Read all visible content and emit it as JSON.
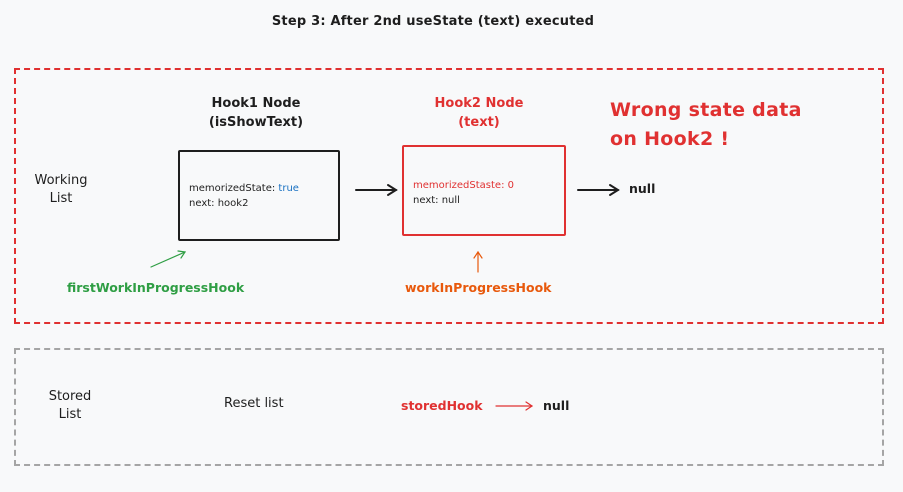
{
  "title": "Step 3: After 2nd useState (text) executed",
  "working": {
    "label_line1": "Working",
    "label_line2": "List",
    "hook1": {
      "title_line1": "Hook1 Node",
      "title_line2": "(isShowText)",
      "state_key": "memorizedState:",
      "state_value": "true",
      "next_text": "next: hook2"
    },
    "hook2": {
      "title_line1": "Hook2 Node",
      "title_line2": "(text)",
      "state_text": "memorizedStaste: 0",
      "next_text": "next: null"
    },
    "next_null": "null",
    "first_pointer": "firstWorkInProgressHook",
    "wip_pointer": "workInProgressHook",
    "warning_line1": "Wrong state data",
    "warning_line2": "on Hook2 !"
  },
  "stored": {
    "label_line1": "Stored",
    "label_line2": "List",
    "reset_text": "Reset list",
    "stored_pointer": "storedHook",
    "stored_null": "null"
  },
  "colors": {
    "red": "#e03131",
    "green": "#2f9e44",
    "orange": "#e8590c",
    "blue": "#1971c2",
    "gray": "#a5a5a5"
  }
}
